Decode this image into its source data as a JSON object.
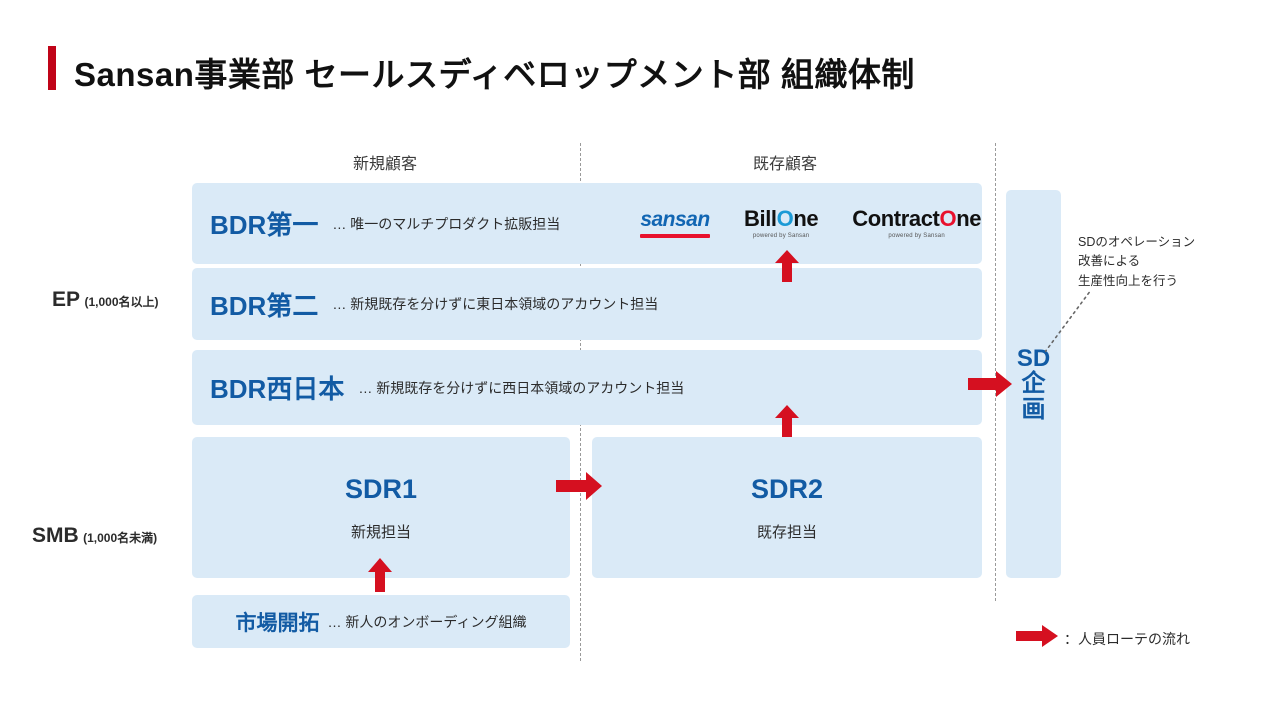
{
  "title": "Sansan事業部 セールスディベロップメント部 組織体制",
  "colors": {
    "accent_red": "#c00418",
    "box_fill": "#daeaf7",
    "box_title_blue": "#125ba4",
    "text_dark": "#2b2b2b",
    "divider": "#9a9a9a"
  },
  "headers": {
    "new_customer": "新規顧客",
    "existing_customer": "既存顧客"
  },
  "segments": {
    "ep": {
      "name": "EP",
      "note": "(1,000名以上)"
    },
    "smb": {
      "name": "SMB",
      "note": "(1,000名未満)"
    }
  },
  "rows": [
    {
      "title": "BDR第一",
      "desc": "… 唯一のマルチプロダクト拡販担当"
    },
    {
      "title": "BDR第二",
      "desc": "… 新規既存を分けずに東日本領域のアカウント担当"
    },
    {
      "title": "BDR西日本",
      "desc": "… 新規既存を分けずに西日本領域のアカウント担当"
    }
  ],
  "logos": [
    {
      "name": "sansan",
      "word": "sansan",
      "sub": ""
    },
    {
      "name": "bill-one",
      "word": "BillOne",
      "sub": "powered by Sansan"
    },
    {
      "name": "contract-one",
      "word": "ContractOne",
      "sub": "powered by Sansan"
    }
  ],
  "sdr": {
    "left": {
      "title": "SDR1",
      "desc": "新規担当"
    },
    "right": {
      "title": "SDR2",
      "desc": "既存担当"
    }
  },
  "market": {
    "title": "市場開拓",
    "desc": "… 新人のオンボーディング組織"
  },
  "sd": {
    "line1": "SD",
    "line2": "企",
    "line3": "画"
  },
  "annotation": {
    "line1": "SDのオペレーション",
    "line2": "改善による",
    "line3": "生産性向上を行う"
  },
  "legend": {
    "text": "：人員ローテの流れ"
  },
  "arrows": [
    {
      "name": "arrow-up-bdr1",
      "direction": "up"
    },
    {
      "name": "arrow-up-bdr3",
      "direction": "up"
    },
    {
      "name": "arrow-up-sdr1",
      "direction": "up"
    },
    {
      "name": "arrow-right-sdr",
      "direction": "right"
    },
    {
      "name": "arrow-right-sd",
      "direction": "right"
    }
  ]
}
